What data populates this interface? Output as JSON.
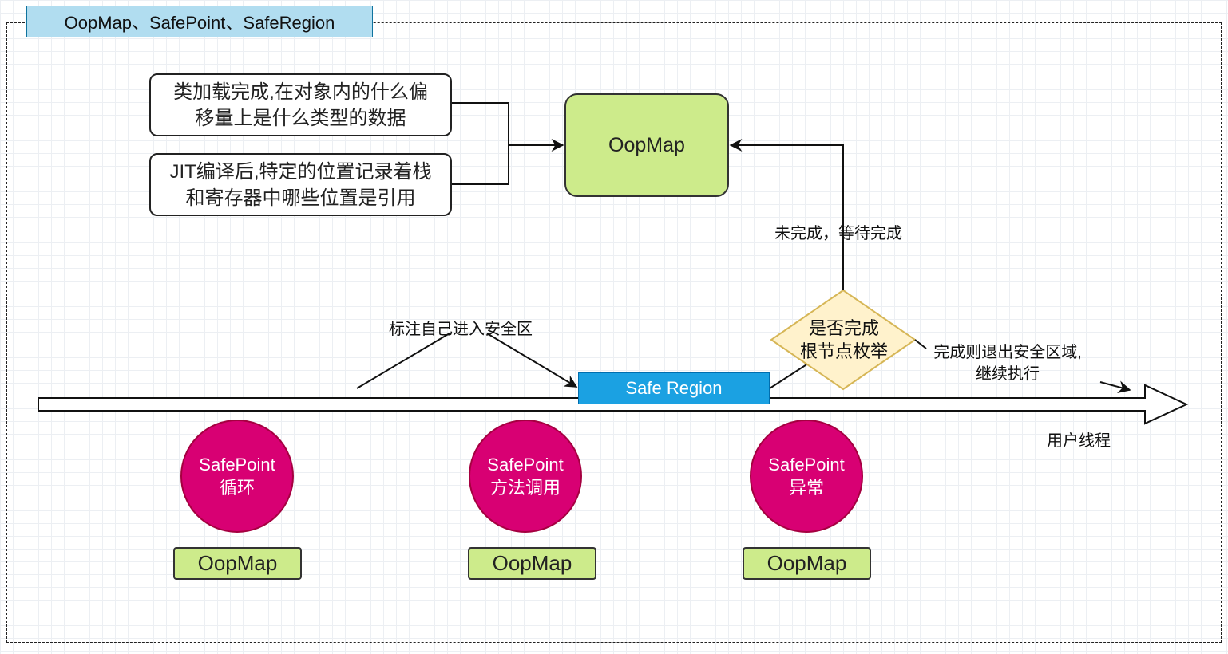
{
  "title": "OopMap、SafePoint、SafeRegion",
  "notes": {
    "class_load": [
      "类加载完成,在对象内的什么偏",
      "移量上是什么类型的数据"
    ],
    "jit": [
      "JIT编译后,特定的位置记录着栈",
      "和寄存器中哪些位置是引用"
    ]
  },
  "oopmap_main": "OopMap",
  "wait_label": "未完成，等待完成",
  "decision": [
    "是否完成",
    "根节点枚举"
  ],
  "enter_label": "标注自己进入安全区",
  "safe_region": "Safe Region",
  "done_label": [
    "完成则退出安全区域,",
    "继续执行"
  ],
  "thread_label": "用户线程",
  "safepoints": [
    {
      "name": "SafePoint",
      "kind": "循环",
      "oopmap": "OopMap"
    },
    {
      "name": "SafePoint",
      "kind": "方法调用",
      "oopmap": "OopMap"
    },
    {
      "name": "SafePoint",
      "kind": "异常",
      "oopmap": "OopMap"
    }
  ],
  "colors": {
    "title_fill": "#b1ddf0",
    "oopmap_fill": "#cdeb8b",
    "safe_region_fill": "#1ba1e2",
    "safepoint_fill": "#d80073",
    "decision_fill": "#fff2cc",
    "decision_stroke": "#d6b656"
  }
}
